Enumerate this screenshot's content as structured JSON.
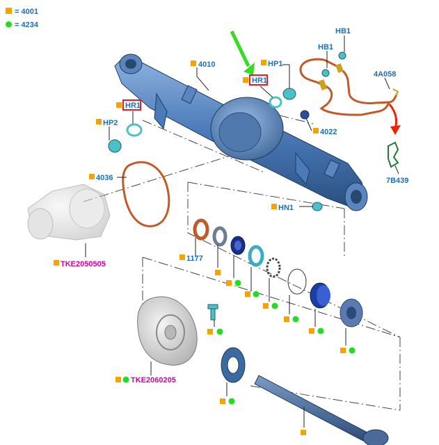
{
  "legend": [
    {
      "color": "#f5a300",
      "shape": "square",
      "code": "= 4001"
    },
    {
      "color": "#22dd22",
      "shape": "circle",
      "code": "= 4234"
    }
  ],
  "labels": {
    "l_4010": "4010",
    "l_hp1": "HP1",
    "l_hr1_top": "HR1",
    "l_hb1_a": "HB1",
    "l_hb1_b": "HB1",
    "l_4a058": "4A058",
    "l_hr1_left": "HR1",
    "l_hp2": "HP2",
    "l_4022": "4022",
    "l_7b439": "7B439",
    "l_4036": "4036",
    "l_hn1": "HN1",
    "l_1177": "1177",
    "l_tke2050505": "TKE2050505",
    "l_tke2060205": "TKE2060205"
  },
  "colors": {
    "blue_text": "#1a6fb8",
    "magenta_text": "#d000a8",
    "axle_blue": "#4a7ab8",
    "gasket_orange": "#c05a28",
    "teal_part": "#4bc0c8",
    "highlight_red": "#e0202a",
    "arrow_green": "#33dd22",
    "arrow_red": "#ee2200"
  }
}
